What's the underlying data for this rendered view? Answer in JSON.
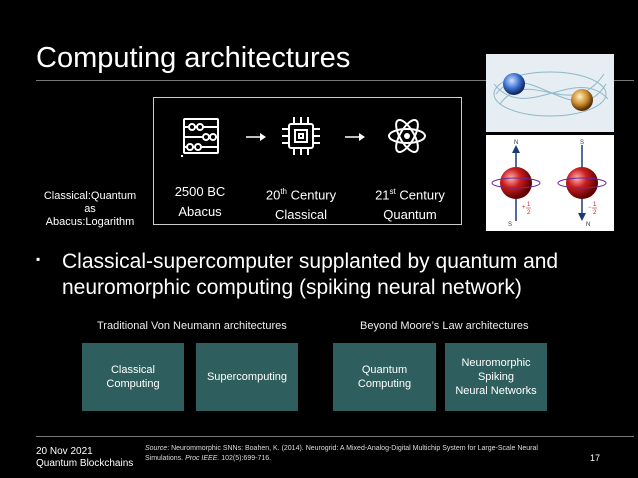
{
  "slide": {
    "title": "Computing architectures",
    "page_number": "17"
  },
  "analogy": {
    "line1": "Classical:Quantum",
    "line2": "as",
    "line3": "Abacus:Logarithm"
  },
  "eras": [
    {
      "year": "2500 BC",
      "year_sup": "",
      "year_tail": "",
      "name": "Abacus",
      "icon": "abacus-icon"
    },
    {
      "year": "20",
      "year_sup": "th",
      "year_tail": " Century",
      "name": "Classical",
      "icon": "chip-icon"
    },
    {
      "year": "21",
      "year_sup": "st",
      "year_tail": " Century",
      "name": "Quantum",
      "icon": "atom-icon"
    }
  ],
  "bullet": {
    "line1": "Classical-supercomputer supplanted by quantum and",
    "line2": "neuromorphic computing (spiking neural network)"
  },
  "sections": {
    "left": "Traditional Von Neumann architectures",
    "right": "Beyond Moore’s Law architectures"
  },
  "cards": [
    {
      "lines": [
        "Classical",
        "Computing"
      ]
    },
    {
      "lines": [
        "Supercomputing"
      ]
    },
    {
      "lines": [
        "Quantum",
        "Computing"
      ]
    },
    {
      "lines": [
        "Neuromorphic",
        "Spiking",
        "Neural Networks"
      ]
    }
  ],
  "spin_labels": {
    "n1": "N",
    "s1": "S",
    "n2": "N",
    "s2": "S",
    "plus": "+",
    "minus": "−",
    "one": "1",
    "two": "2"
  },
  "footer": {
    "date": "20 Nov 2021",
    "event": "Quantum Blockchains",
    "source_label": "Source",
    "source_text": ": Neurommorphic SNNs: Boahen, K. (2014). Neurogrid: A Mixed-Analog-Digital Multichip System for Large-Scale Neural Simulations. ",
    "source_journal": "Proc IEEE.",
    "source_tail": " 102(5):699-716."
  },
  "colors": {
    "background": "#000000",
    "card": "#2e5f5e",
    "rule": "#777777",
    "sphere": "#cc1f1f"
  }
}
